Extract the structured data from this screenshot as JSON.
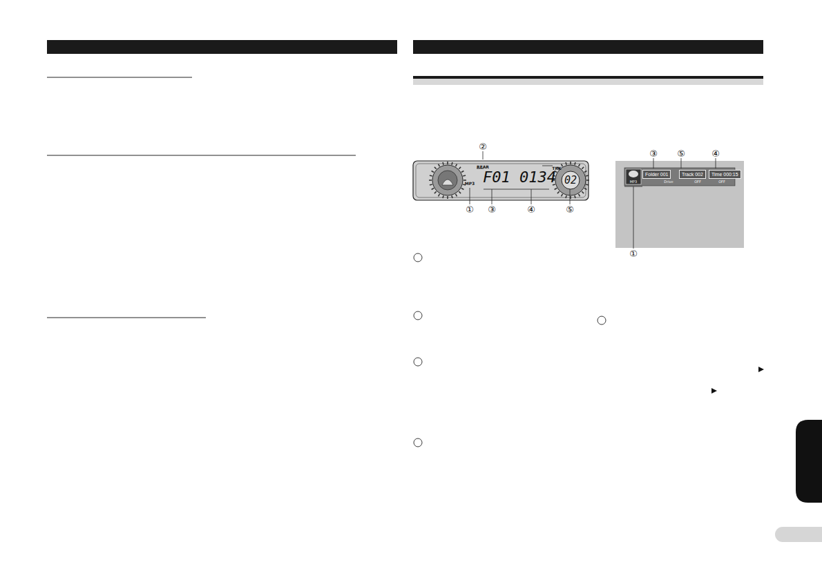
{
  "diagram": {
    "nodes": [
      {
        "text": [
          "Folder 001"
        ]
      },
      {
        "text": [
          "Track 002"
        ]
      },
      {
        "text": [
          "Time 000:15"
        ]
      }
    ],
    "labels": [
      "②",
      "REAR",
      "MP3",
      "F01 0134",
      "TRK",
      "02",
      "①",
      "③",
      "④",
      "⑤",
      "③",
      "⑤",
      "④",
      "MP3",
      "Drive",
      "OFF",
      "OFF",
      "①"
    ]
  }
}
